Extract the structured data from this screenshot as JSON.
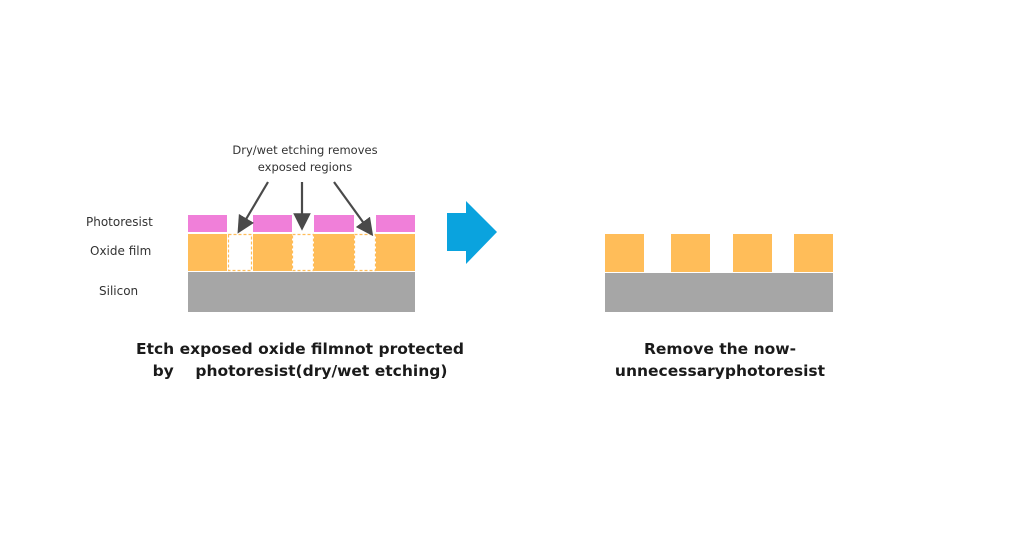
{
  "callout": {
    "line1": "Dry/wet etching removes",
    "line2": "exposed regions"
  },
  "labels": {
    "photoresist": "Photoresist",
    "oxide": "Oxide film",
    "silicon": "Silicon"
  },
  "captions": {
    "left_line1": "Etch exposed oxide filmnot protected",
    "left_line2": "by    photoresist(dry/wet etching)",
    "right_line1": "Remove the now-",
    "right_line2": "unnecessaryphotoresist"
  },
  "colors": {
    "photoresist": "#f07fd9",
    "oxide": "#ffbd59",
    "silicon": "#a6a6a6",
    "arrow": "#0aa3de",
    "pointer": "#4a4a4a"
  }
}
